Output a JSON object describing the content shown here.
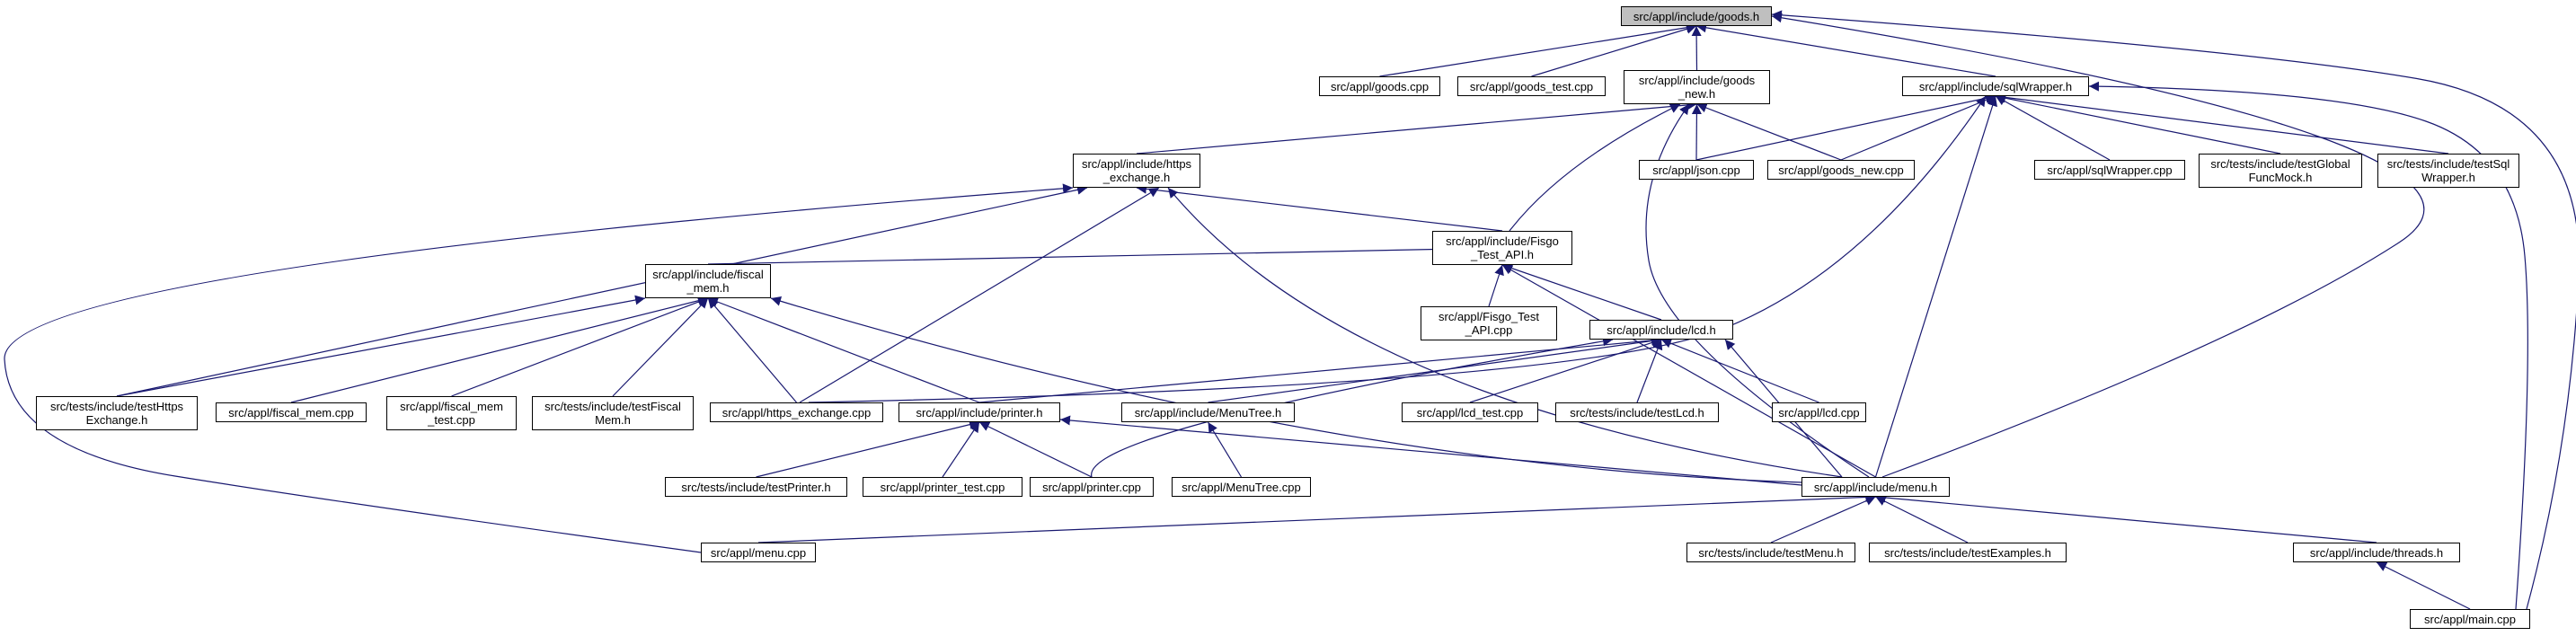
{
  "diagram": {
    "root_fill": "#bfbfbf",
    "node_fill": "#ffffff",
    "edge_color": "#191970",
    "nodes": [
      {
        "id": "goods_h",
        "label": "src/appl/include/goods.h"
      },
      {
        "id": "goods_cpp",
        "label": "src/appl/goods.cpp"
      },
      {
        "id": "goods_test_cpp",
        "label": "src/appl/goods_test.cpp"
      },
      {
        "id": "goods_new_h",
        "label": "src/appl/include/goods\n_new.h"
      },
      {
        "id": "sqlwrapper_h",
        "label": "src/appl/include/sqlWrapper.h"
      },
      {
        "id": "https_exchange_h",
        "label": "src/appl/include/https\n_exchange.h"
      },
      {
        "id": "json_cpp",
        "label": "src/appl/json.cpp"
      },
      {
        "id": "goods_new_cpp",
        "label": "src/appl/goods_new.cpp"
      },
      {
        "id": "sqlwrapper_cpp",
        "label": "src/appl/sqlWrapper.cpp"
      },
      {
        "id": "testglobal_h",
        "label": "src/tests/include/testGlobal\nFuncMock.h"
      },
      {
        "id": "testsql_h",
        "label": "src/tests/include/testSql\nWrapper.h"
      },
      {
        "id": "fisgo_api_h",
        "label": "src/appl/include/Fisgo\n_Test_API.h"
      },
      {
        "id": "fiscal_mem_h",
        "label": "src/appl/include/fiscal\n_mem.h"
      },
      {
        "id": "fisgo_api_cpp",
        "label": "src/appl/Fisgo_Test\n_API.cpp"
      },
      {
        "id": "lcd_h",
        "label": "src/appl/include/lcd.h"
      },
      {
        "id": "testhttps_h",
        "label": "src/tests/include/testHttps\nExchange.h"
      },
      {
        "id": "fiscal_mem_cpp",
        "label": "src/appl/fiscal_mem.cpp"
      },
      {
        "id": "fiscal_mem_test_cpp",
        "label": "src/appl/fiscal_mem\n_test.cpp"
      },
      {
        "id": "testfiscal_h",
        "label": "src/tests/include/testFiscal\nMem.h"
      },
      {
        "id": "https_exchange_cpp",
        "label": "src/appl/https_exchange.cpp"
      },
      {
        "id": "printer_h",
        "label": "src/appl/include/printer.h"
      },
      {
        "id": "menutree_h",
        "label": "src/appl/include/MenuTree.h"
      },
      {
        "id": "lcd_test_cpp",
        "label": "src/appl/lcd_test.cpp"
      },
      {
        "id": "testlcd_h",
        "label": "src/tests/include/testLcd.h"
      },
      {
        "id": "lcd_cpp",
        "label": "src/appl/lcd.cpp"
      },
      {
        "id": "testprinter_h",
        "label": "src/tests/include/testPrinter.h"
      },
      {
        "id": "printer_test_cpp",
        "label": "src/appl/printer_test.cpp"
      },
      {
        "id": "printer_cpp",
        "label": "src/appl/printer.cpp"
      },
      {
        "id": "menutree_cpp",
        "label": "src/appl/MenuTree.cpp"
      },
      {
        "id": "menu_h",
        "label": "src/appl/include/menu.h"
      },
      {
        "id": "menu_cpp",
        "label": "src/appl/menu.cpp"
      },
      {
        "id": "testmenu_h",
        "label": "src/tests/include/testMenu.h"
      },
      {
        "id": "testexamples_h",
        "label": "src/tests/include/testExamples.h"
      },
      {
        "id": "threads_h",
        "label": "src/appl/include/threads.h"
      },
      {
        "id": "main_cpp",
        "label": "src/appl/main.cpp"
      }
    ],
    "edges": [
      {
        "from": "goods_cpp",
        "to": "goods_h"
      },
      {
        "from": "goods_test_cpp",
        "to": "goods_h"
      },
      {
        "from": "goods_new_h",
        "to": "goods_h"
      },
      {
        "from": "sqlwrapper_h",
        "to": "goods_h"
      },
      {
        "from": "menu_h",
        "to": "goods_h"
      },
      {
        "from": "main_cpp",
        "to": "goods_h"
      },
      {
        "from": "https_exchange_h",
        "to": "goods_new_h"
      },
      {
        "from": "json_cpp",
        "to": "goods_new_h"
      },
      {
        "from": "goods_new_cpp",
        "to": "goods_new_h"
      },
      {
        "from": "fisgo_api_h",
        "to": "goods_new_h"
      },
      {
        "from": "menu_h",
        "to": "goods_new_h"
      },
      {
        "from": "json_cpp",
        "to": "sqlwrapper_h"
      },
      {
        "from": "goods_new_cpp",
        "to": "sqlwrapper_h"
      },
      {
        "from": "sqlwrapper_cpp",
        "to": "sqlwrapper_h"
      },
      {
        "from": "testglobal_h",
        "to": "sqlwrapper_h"
      },
      {
        "from": "testsql_h",
        "to": "sqlwrapper_h"
      },
      {
        "from": "menu_h",
        "to": "sqlwrapper_h"
      },
      {
        "from": "main_cpp",
        "to": "sqlwrapper_h"
      },
      {
        "from": "https_exchange_cpp",
        "to": "sqlwrapper_h"
      },
      {
        "from": "fisgo_api_h",
        "to": "https_exchange_h"
      },
      {
        "from": "testhttps_h",
        "to": "https_exchange_h"
      },
      {
        "from": "https_exchange_cpp",
        "to": "https_exchange_h"
      },
      {
        "from": "menu_h",
        "to": "https_exchange_h"
      },
      {
        "from": "menu_cpp",
        "to": "https_exchange_h"
      },
      {
        "from": "fiscal_mem_h",
        "to": "fisgo_api_h"
      },
      {
        "from": "fisgo_api_cpp",
        "to": "fisgo_api_h"
      },
      {
        "from": "lcd_h",
        "to": "fisgo_api_h"
      },
      {
        "from": "menu_h",
        "to": "fisgo_api_h"
      },
      {
        "from": "testhttps_h",
        "to": "fiscal_mem_h"
      },
      {
        "from": "fiscal_mem_cpp",
        "to": "fiscal_mem_h"
      },
      {
        "from": "fiscal_mem_test_cpp",
        "to": "fiscal_mem_h"
      },
      {
        "from": "testfiscal_h",
        "to": "fiscal_mem_h"
      },
      {
        "from": "https_exchange_cpp",
        "to": "fiscal_mem_h"
      },
      {
        "from": "printer_h",
        "to": "fiscal_mem_h"
      },
      {
        "from": "menu_h",
        "to": "fiscal_mem_h"
      },
      {
        "from": "printer_h",
        "to": "lcd_h"
      },
      {
        "from": "menutree_h",
        "to": "lcd_h"
      },
      {
        "from": "lcd_test_cpp",
        "to": "lcd_h"
      },
      {
        "from": "testlcd_h",
        "to": "lcd_h"
      },
      {
        "from": "lcd_cpp",
        "to": "lcd_h"
      },
      {
        "from": "menu_h",
        "to": "lcd_h"
      },
      {
        "from": "printer_cpp",
        "to": "lcd_h"
      },
      {
        "from": "testprinter_h",
        "to": "printer_h"
      },
      {
        "from": "printer_test_cpp",
        "to": "printer_h"
      },
      {
        "from": "printer_cpp",
        "to": "printer_h"
      },
      {
        "from": "menu_h",
        "to": "printer_h"
      },
      {
        "from": "menutree_cpp",
        "to": "menutree_h"
      },
      {
        "from": "menu_cpp",
        "to": "menu_h"
      },
      {
        "from": "testmenu_h",
        "to": "menu_h"
      },
      {
        "from": "testexamples_h",
        "to": "menu_h"
      },
      {
        "from": "threads_h",
        "to": "menu_h"
      },
      {
        "from": "main_cpp",
        "to": "threads_h"
      }
    ]
  }
}
